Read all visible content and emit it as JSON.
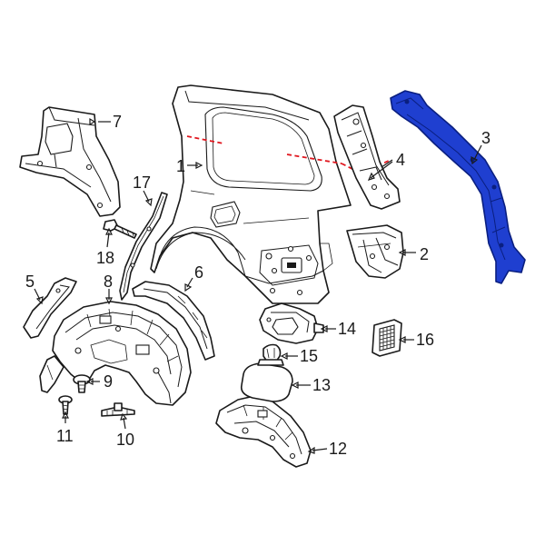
{
  "colors": {
    "highlight_fill": "#1f3fd0",
    "highlight_stroke": "#0a1f80",
    "line": "#1a1a1a",
    "indicator": "#e0161e",
    "background": "#ffffff"
  },
  "callouts": [
    {
      "id": "c1",
      "label": "1"
    },
    {
      "id": "c2",
      "label": "2"
    },
    {
      "id": "c3",
      "label": "3"
    },
    {
      "id": "c4",
      "label": "4"
    },
    {
      "id": "c5",
      "label": "5"
    },
    {
      "id": "c6",
      "label": "6"
    },
    {
      "id": "c7",
      "label": "7"
    },
    {
      "id": "c8",
      "label": "8"
    },
    {
      "id": "c9",
      "label": "9"
    },
    {
      "id": "c10",
      "label": "10"
    },
    {
      "id": "c11",
      "label": "11"
    },
    {
      "id": "c12",
      "label": "12"
    },
    {
      "id": "c13",
      "label": "13"
    },
    {
      "id": "c14",
      "label": "14"
    },
    {
      "id": "c15",
      "label": "15"
    },
    {
      "id": "c16",
      "label": "16"
    },
    {
      "id": "c17",
      "label": "17"
    },
    {
      "id": "c18",
      "label": "18"
    }
  ]
}
